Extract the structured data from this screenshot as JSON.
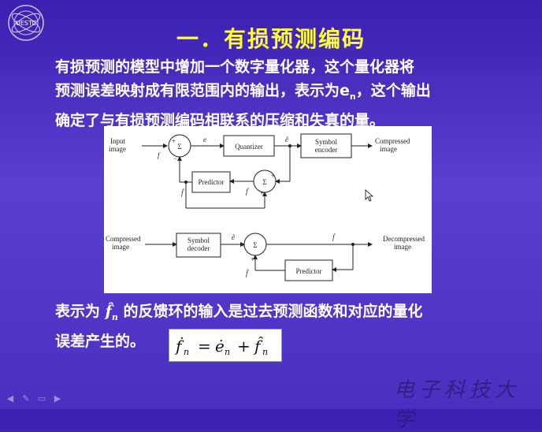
{
  "slide": {
    "title": "一．有损预测编码",
    "paragraph1_line1": "有损预测的模型中增加一个数字量化器，这个量化器将",
    "paragraph1_line2_a": "预测误差映射成有限范围内的输出，表示为e",
    "paragraph1_line2_sub": "n",
    "paragraph1_line2_b": "，这个输出",
    "paragraph1_line3": "确定了与有损预测编码相联系的压缩和失真的量。",
    "paragraph2_a": "表示为",
    "paragraph2_b": "的反馈环的输入是过去预测函数和对应的量化",
    "paragraph2_line2": "误差产生的。",
    "footer_text": "电子科技大学",
    "logo_text": "UESTC"
  },
  "diagram": {
    "encoder": {
      "input_l1": "Input",
      "input_l2": "image",
      "quantizer": "Quantizer",
      "symbol_encoder_l1": "Symbol",
      "symbol_encoder_l2": "encoder",
      "compressed_l1": "Compressed",
      "compressed_l2": "image",
      "predictor": "Predictor",
      "sigma": "Σ",
      "plus": "+",
      "minus": "−"
    },
    "decoder": {
      "compressed_l1": "Compressed",
      "compressed_l2": "image",
      "symbol_decoder_l1": "Symbol",
      "symbol_decoder_l2": "decoder",
      "decompressed_l1": "Decompressed",
      "decompressed_l2": "image",
      "predictor": "Predictor",
      "sigma": "Σ",
      "plus": "+"
    }
  },
  "nav_icons": [
    "prev-icon",
    "pen-icon",
    "menu-icon",
    "next-icon"
  ]
}
